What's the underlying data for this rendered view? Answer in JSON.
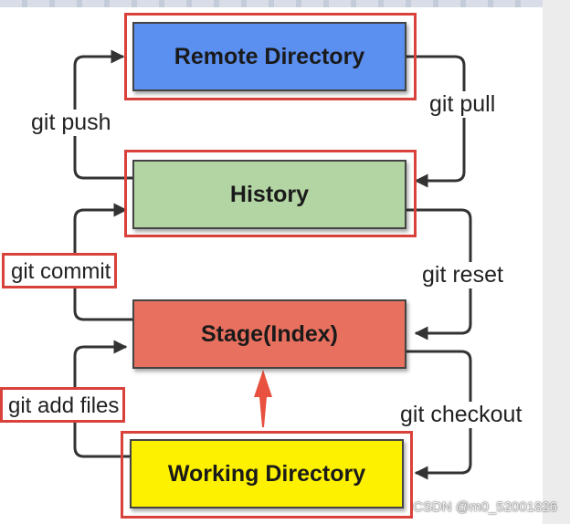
{
  "boxes": {
    "remote": {
      "label": "Remote Directory",
      "color": "#5b8ff0"
    },
    "history": {
      "label": "History",
      "color": "#b3d5a3"
    },
    "stage": {
      "label": "Stage(Index)",
      "color": "#e8705f"
    },
    "working": {
      "label": "Working Directory",
      "color": "#fdf100"
    }
  },
  "commands": {
    "git_push": "git push",
    "git_pull": "git pull",
    "git_commit": "git commit",
    "git_reset": "git reset",
    "git_add": "git add files",
    "git_checkout": "git checkout"
  },
  "colors": {
    "highlight": "#d9423a",
    "wire": "#333333",
    "arrow_up": "#e8503f"
  },
  "watermark": "CSDN @m0_52001826"
}
